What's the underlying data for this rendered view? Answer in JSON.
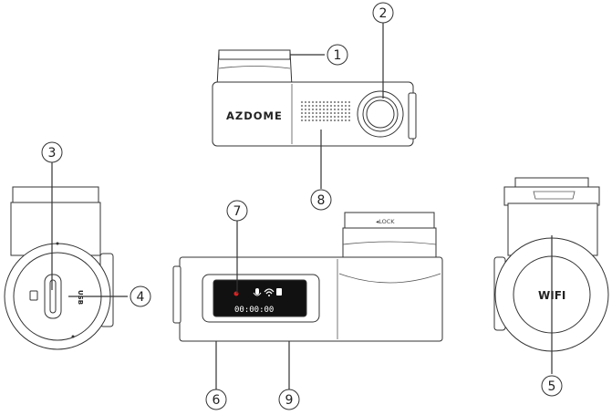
{
  "brand": {
    "logo_text": "AZDOME"
  },
  "labels": {
    "lock": "◂LOCK",
    "usb": "USB",
    "wifi": "WIFI",
    "lcd_time": "00:00:00"
  },
  "callouts": [
    "1",
    "2",
    "3",
    "4",
    "5",
    "6",
    "7",
    "8",
    "9"
  ],
  "colors": {
    "line": "#333333",
    "lcd_bg": "#111111",
    "rec_dot": "#e02020"
  }
}
